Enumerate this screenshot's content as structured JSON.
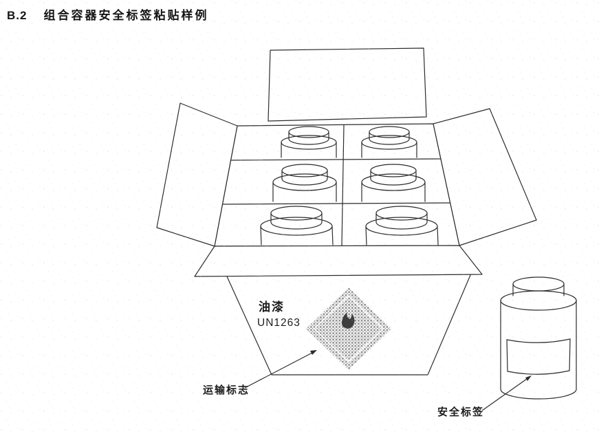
{
  "heading": {
    "number": "B.2",
    "title": "组合容器安全标签粘贴样例"
  },
  "carton": {
    "marking_line1": "油漆",
    "marking_line2": "UN1263"
  },
  "callouts": {
    "transport_mark": "运输标志",
    "safety_label": "安全标签"
  },
  "colors": {
    "ink": "#2b2b2b",
    "halftone_dot": "#8f8f8f",
    "paper": "#ffffff"
  }
}
